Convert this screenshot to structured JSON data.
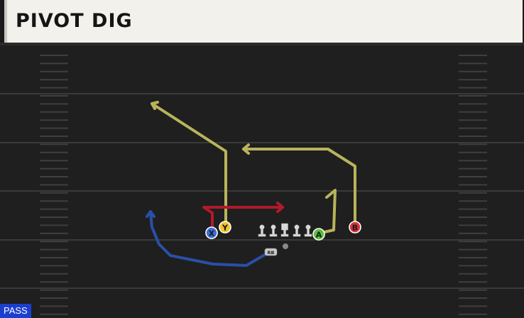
{
  "play": {
    "title": "PIVOT DIG",
    "type_label": "PASS"
  },
  "players": {
    "x": "X",
    "y": "Y",
    "a": "A",
    "b": "B",
    "rb": "RB"
  },
  "colors": {
    "field": "#1f1f1f",
    "yard_line": "#3a3a3a",
    "hash": "#3f3f3f",
    "route_yellow": "#b8b45a",
    "route_red": "#b3192b",
    "route_blue": "#2a4fa8",
    "x_button": "#3b6fd4",
    "y_button": "#f2c42a",
    "a_button": "#5bbf3c",
    "b_button": "#d8343b",
    "lineman": "#d9d9d9",
    "pass_tag": "#1a3fcf"
  },
  "icons": {
    "lineman": "lineman-icon",
    "center": "center-icon",
    "quarterback": "qb-dot-icon"
  }
}
